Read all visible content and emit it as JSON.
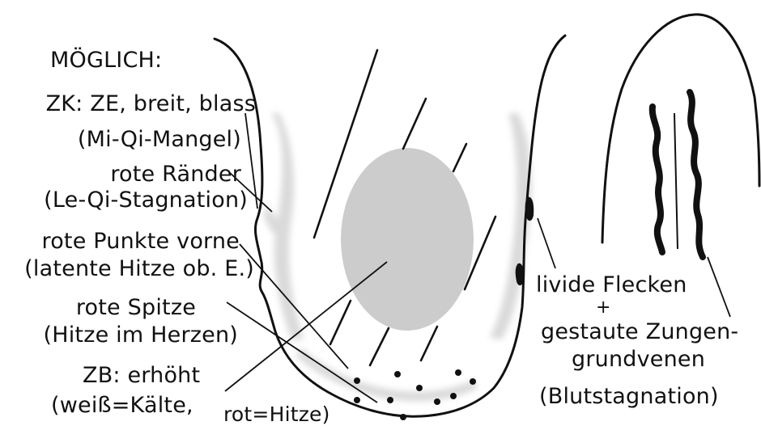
{
  "labels": {
    "possible": "MÖGLICH:",
    "zk": "ZK: ZE, breit, blass",
    "zk_note": "(Mi-Qi-Mangel)",
    "red_edges": "rote Ränder",
    "red_edges_note": "(Le-Qi-Stagnation)",
    "red_points": "rote Punkte vorne",
    "red_points_note": "(latente Hitze ob. E.)",
    "red_tip": "rote Spitze",
    "red_tip_note": "(Hitze im Herzen)",
    "zb": "ZB: erhöht",
    "zb_note_a": "(weiß=Kälte,",
    "zb_note_b": "rot=Hitze)",
    "livid_spots": "livide Flecken",
    "plus": "+",
    "veins_1": "gestaute Zungen-",
    "veins_2": "grundvenen",
    "veins_note": "(Blutstagnation)"
  },
  "colors": {
    "outline": "#111111",
    "coating": "#cccccc",
    "shade": "#d9d9d9",
    "ink": "#111111"
  }
}
